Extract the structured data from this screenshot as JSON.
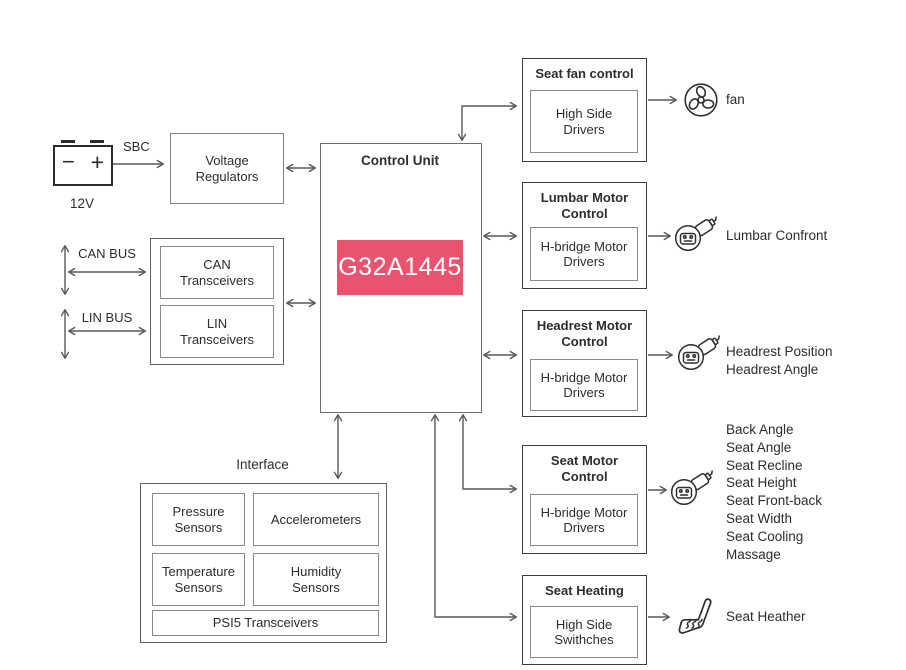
{
  "power": {
    "sbc_label": "SBC",
    "battery_voltage": "12V",
    "battery_minus": "−",
    "battery_plus": "+",
    "voltage_regulators_label": "Voltage Regulators"
  },
  "bus": {
    "can_bus_label": "CAN BUS",
    "lin_bus_label": "LIN BUS",
    "can_transceivers_label": "CAN Transceivers",
    "lin_transceivers_label": "LIN Transceivers"
  },
  "control_unit": {
    "title": "Control Unit",
    "chip_label": "G32A1445",
    "chip_color": "#e8546f",
    "chip_text_color": "#ffffff"
  },
  "interface": {
    "title": "Interface",
    "pressure": "Pressure Sensors",
    "accelerometers": "Accelerometers",
    "temperature": "Temperature Sensors",
    "humidity": "Humidity Sensors",
    "psi5": "PSI5 Transceivers"
  },
  "modules": [
    {
      "title": "Seat fan control",
      "driver": "High Side Drivers",
      "output_icon": "fan-icon",
      "outputs": [
        "fan"
      ]
    },
    {
      "title": "Lumbar Motor Control",
      "driver": "H-bridge Motor Drivers",
      "output_icon": "motor-icon",
      "outputs": [
        "Lumbar Confront"
      ]
    },
    {
      "title": "Headrest Motor Control",
      "driver": "H-bridge Motor Drivers",
      "output_icon": "motor-icon",
      "outputs": [
        "Headrest Position",
        "Headrest Angle"
      ]
    },
    {
      "title": "Seat Motor Control",
      "driver": "H-bridge Motor Drivers",
      "output_icon": "motor-icon",
      "outputs": [
        "Back Angle",
        "Seat Angle",
        "Seat Recline",
        "Seat Height",
        "Seat Front-back",
        "Seat Width",
        "Seat Cooling",
        "Massage"
      ]
    },
    {
      "title": "Seat Heating",
      "driver": "High Side Swithches",
      "output_icon": "seat-heater-icon",
      "outputs": [
        "Seat Heather"
      ]
    }
  ],
  "colors": {
    "line": "#58595b",
    "icon_stroke": "#2f2f2f"
  }
}
